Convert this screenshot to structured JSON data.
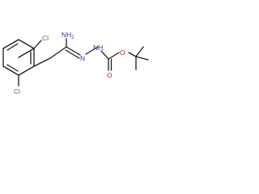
{
  "molecule": {
    "atom_labels": {
      "chlorine_top": "Cl",
      "chlorine_bottom": "Cl",
      "amine": "NH",
      "amine_subscript": "2",
      "imine_nitrogen": "N",
      "hydrazide_nh": "N",
      "hydrazide_h": "H",
      "ester_oxygen": "O",
      "carbonyl_oxygen": "O"
    },
    "colors": {
      "bond": "#1a1a1a",
      "chlorine": "#2e8b2e",
      "nitrogen": "#2a3aa8",
      "oxygen": "#c41a1a",
      "background": "#ffffff"
    }
  }
}
